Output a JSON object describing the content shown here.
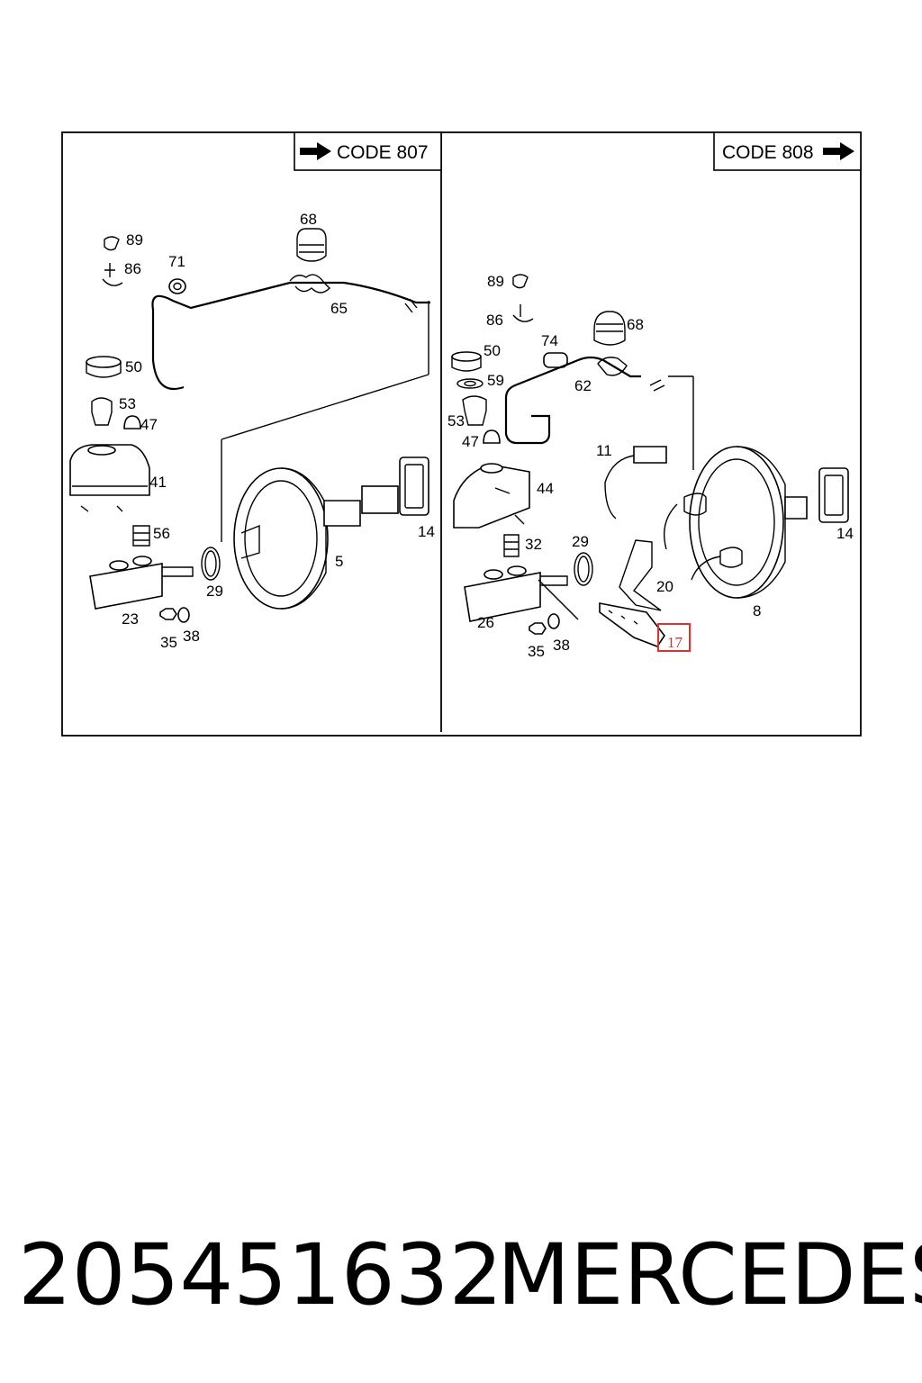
{
  "panels": {
    "left": {
      "code_label": "CODE 807",
      "callouts": [
        "89",
        "86",
        "71",
        "68",
        "65",
        "50",
        "53",
        "47",
        "41",
        "56",
        "29",
        "23",
        "35",
        "38",
        "5",
        "14"
      ]
    },
    "right": {
      "code_label": "CODE 808",
      "callouts": [
        "89",
        "86",
        "74",
        "68",
        "50",
        "59",
        "62",
        "53",
        "47",
        "11",
        "44",
        "32",
        "29",
        "20",
        "26",
        "35",
        "38",
        "8",
        "14"
      ],
      "highlighted_callout": "17",
      "highlight_color": "#e03030"
    }
  },
  "footer": {
    "part_number": "205451632",
    "brand": "MERCEDES"
  }
}
